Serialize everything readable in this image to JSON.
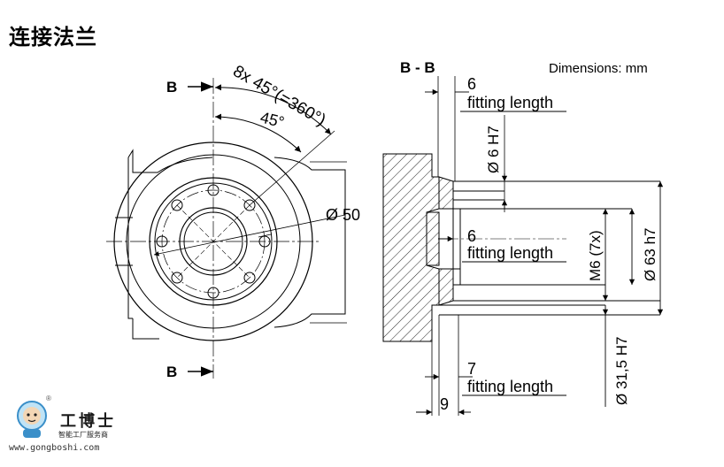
{
  "heading": "连接法兰",
  "front_view": {
    "section_marker_top": "B",
    "section_marker_bottom": "B",
    "angle_pattern": "8x 45°(=360°)",
    "angle_step": "45°",
    "bolt_circle_dia": "Ø 50"
  },
  "section_view": {
    "title": "B - B",
    "units_note": "Dimensions: mm",
    "dim_top_value": "6",
    "dim_top_label": "fitting length",
    "hole_dia": "Ø 6 H7",
    "dim_mid_value": "6",
    "dim_mid_label": "fitting length",
    "thread_spec": "M6 (7x)",
    "outer_dia": "Ø 63 h7",
    "bore_dia": "Ø 31,5 H7",
    "dim_bottom_value": "7",
    "dim_bottom_label": "fitting length",
    "flange_thickness": "9"
  },
  "watermark": {
    "brand": "工博士",
    "tagline": "智能工厂服务商",
    "url": "www.gongboshi.com",
    "registered": "®"
  }
}
